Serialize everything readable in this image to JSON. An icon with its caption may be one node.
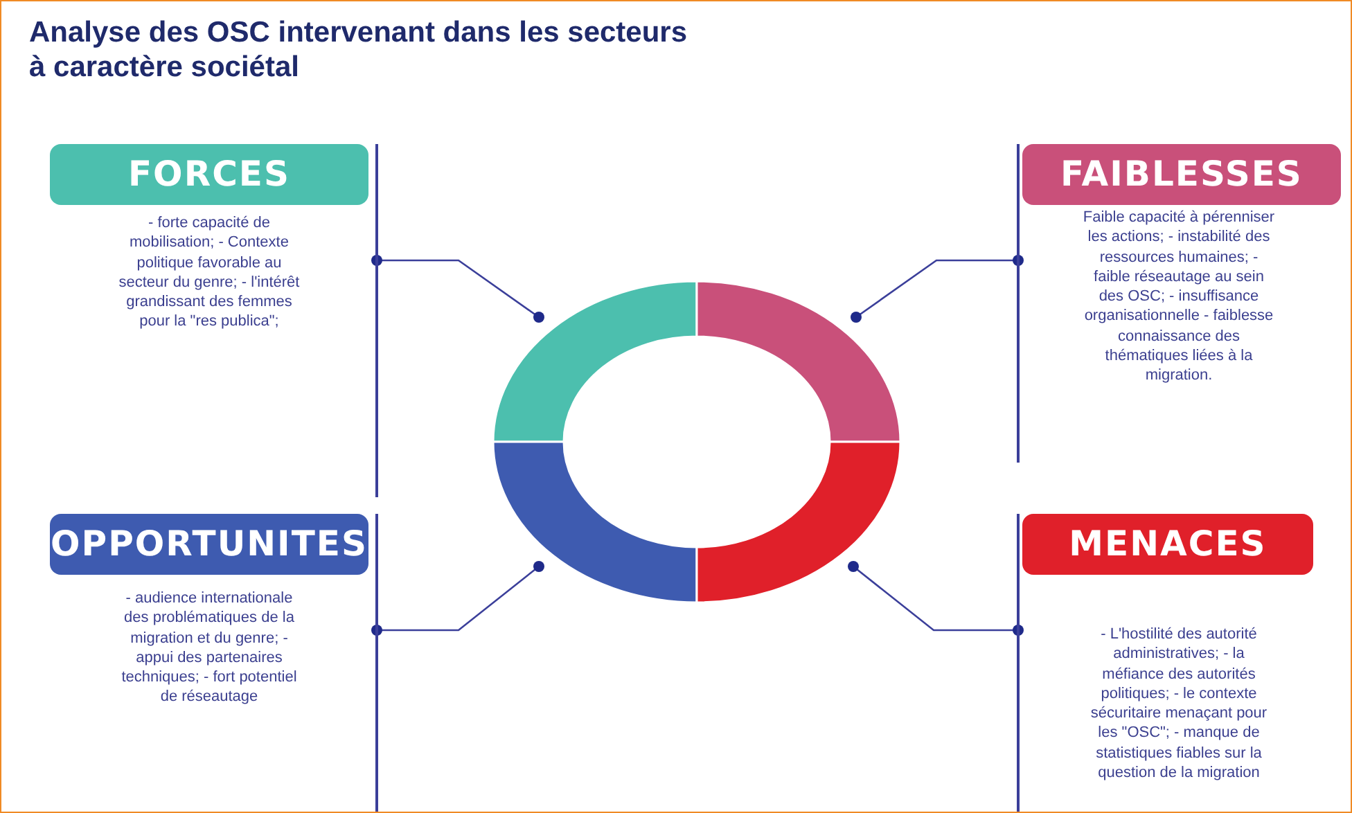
{
  "diagram": {
    "title": "Analyse des OSC intervenant dans les secteurs à caractère sociétal",
    "nodes": [
      {
        "text": [
          "FORCES",
          "- forte capacité de mobilisation; - Contexte politique favorable au secteur du genre; - l'intérêt grandissant des femmes pour la \"res publica\";"
        ]
      },
      {
        "text": [
          "FAIBLESSES",
          "Faible capacité à pérenniser les actions; - instabilité des ressources humaines; - faible réseautage au sein des OSC; - insuffisance organisationnelle - faiblesse connaissance des thématiques liées à la migration."
        ]
      },
      {
        "text": [
          "OPPORTUNITES",
          "- audience internationale des problématiques de la migration et du genre; - appui des partenaires techniques; - fort potentiel de réseautage"
        ]
      },
      {
        "text": [
          "MENACES",
          "- L'hostilité des autorité administratives; - la méfiance des autorités politiques; - le contexte sécuritaire menaçant pour les \"OSC\"; - manque de statistiques fiables sur la question de la migration"
        ]
      },
      {
        "text": [],
        "shape": "arc"
      },
      {
        "text": [],
        "shape": "arc"
      },
      {
        "text": [],
        "shape": "arc"
      },
      {
        "text": [],
        "shape": "arc"
      }
    ],
    "edges": [
      {
        "from": 4,
        "to": 0,
        "arrow": "other"
      },
      {
        "from": 5,
        "to": 1,
        "arrow": "other"
      },
      {
        "from": 6,
        "to": 2,
        "arrow": "other"
      },
      {
        "from": 7,
        "to": 3,
        "arrow": "other"
      }
    ]
  }
}
